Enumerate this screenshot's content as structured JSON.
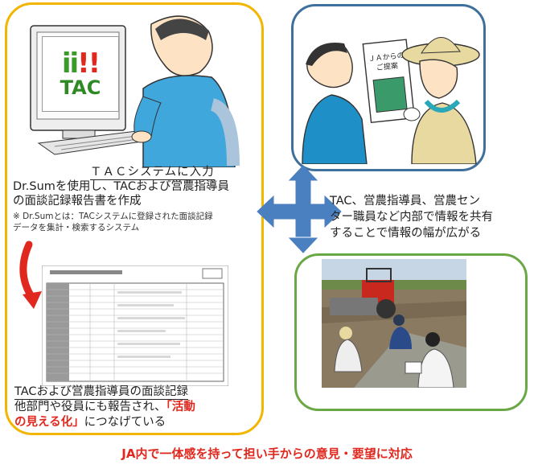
{
  "left_panel": {
    "logo": {
      "mark_icon": "ii-exclaim-logo-icon",
      "text": "TAC"
    },
    "system_title": "ＴＡＣシステムに入力",
    "description_line1": "Dr.Sumを使用し、TACおよび営農指導員",
    "description_line2": "の面談記録報告書を作成",
    "note_line1": "※ Dr.Sumとは：TACシステムに登録された面談記録",
    "note_line2": "データを集計・検索するシステム",
    "report_caption_title": "TACおよび営農指導員の面談記録",
    "report_line1_plain": "他部門や役員にも報告され、",
    "report_line1_highlight": "「活動",
    "report_line2_highlight": "の見える化」",
    "report_line2_plain": "につなげている"
  },
  "top_right_panel": {
    "proposal_line1": "ＪＡからの",
    "proposal_line2": "ご提案"
  },
  "sharing_text": {
    "line1": "TAC、営農指導員、営農セン",
    "line2": "ター職員など内部で情報を共有",
    "line3": "することで情報の幅が広がる"
  },
  "bottom_caption": "JA内で一体感を持って担い手からの意見・要望に対応",
  "colors": {
    "left_border": "#f2b500",
    "top_right_border": "#3f6f9b",
    "bottom_right_border": "#6aa845",
    "arrow_blue": "#4a7fc0",
    "highlight_red": "#e0281e",
    "logo_green": "#3a9a2a"
  }
}
